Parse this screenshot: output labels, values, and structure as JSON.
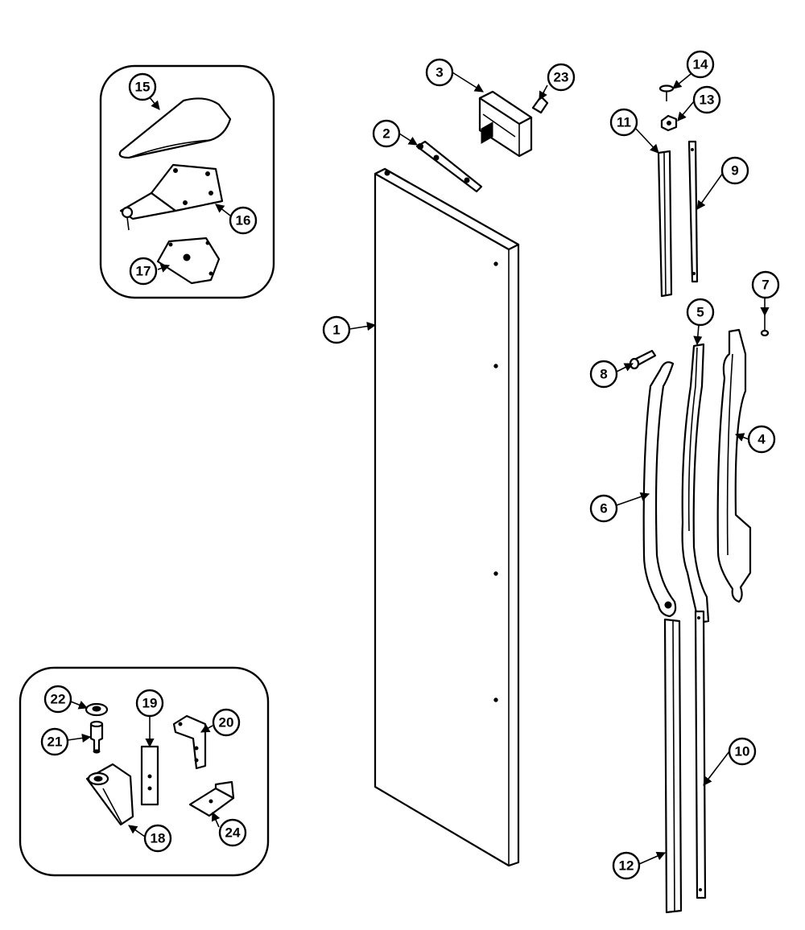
{
  "diagram": {
    "callouts": {
      "c1": "1",
      "c2": "2",
      "c3": "3",
      "c4": "4",
      "c5": "5",
      "c6": "6",
      "c7": "7",
      "c8": "8",
      "c9": "9",
      "c10": "10",
      "c11": "11",
      "c12": "12",
      "c13": "13",
      "c14": "14",
      "c15": "15",
      "c16": "16",
      "c17": "17",
      "c18": "18",
      "c19": "19",
      "c20": "20",
      "c21": "21",
      "c22": "22",
      "c23": "23",
      "c24": "24"
    },
    "colors": {
      "line": "#000000",
      "background": "#ffffff"
    }
  }
}
